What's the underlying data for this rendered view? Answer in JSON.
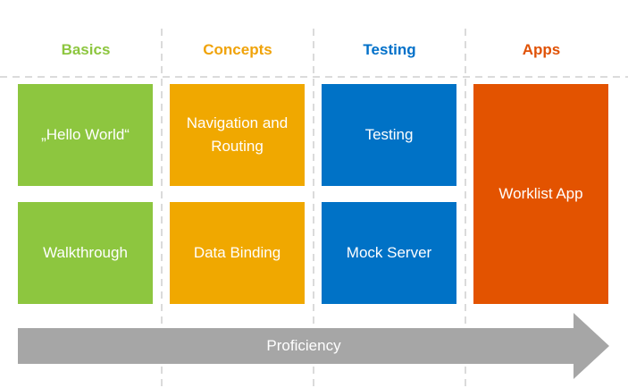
{
  "columns": [
    {
      "header": "Basics",
      "color": "#8dc63f"
    },
    {
      "header": "Concepts",
      "color": "#f0a30a"
    },
    {
      "header": "Testing",
      "color": "#0070c9"
    },
    {
      "header": "Apps",
      "color": "#e05206"
    }
  ],
  "tiles": {
    "hello_world": "„Hello World“",
    "walkthrough": "Walkthrough",
    "navigation_routing_line1": "Navigation and",
    "navigation_routing_line2": "Routing",
    "data_binding": "Data Binding",
    "testing": "Testing",
    "mock_server": "Mock Server",
    "worklist_app": "Worklist App"
  },
  "tile_colors": {
    "basics": "#8dc63f",
    "concepts": "#f0a800",
    "testing": "#0072c6",
    "apps": "#e35300"
  },
  "arrow": {
    "label": "Proficiency",
    "color": "#a6a6a6"
  }
}
